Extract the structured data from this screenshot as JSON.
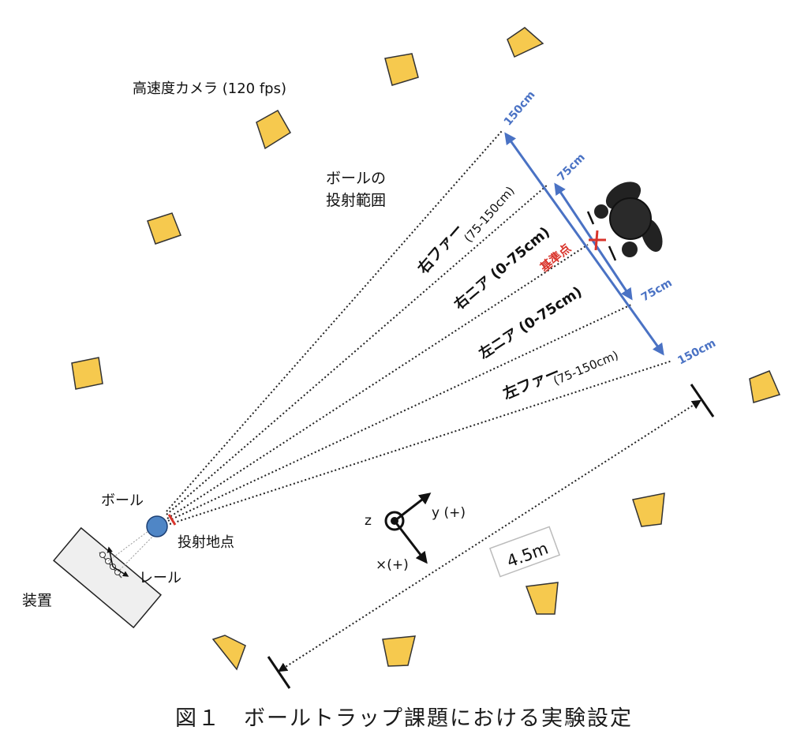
{
  "labels": {
    "camera": "高速度カメラ (120 fps)",
    "range_line1": "ボールの",
    "range_line2": "投射範囲",
    "right_far": "右ファー",
    "right_far_range": "(75-150cm)",
    "right_near": "右ニア (0-75cm)",
    "left_near": "左ニア (0-75cm)",
    "left_far": "左ファー",
    "left_far_range": "(75-150cm)",
    "reference_point": "基準点",
    "dist_150_top": "150cm",
    "dist_75_top": "75cm",
    "dist_75_bottom": "75cm",
    "dist_150_bottom": "150cm",
    "ball": "ボール",
    "launch_point": "投射地点",
    "rail": "レール",
    "device": "装置",
    "axis_z": "z",
    "axis_y": "y (+)",
    "axis_x": "×(+)",
    "distance": "4.5m"
  },
  "caption": "図１　ボールトラップ課題における実験設定",
  "colors": {
    "camera_fill": "#f6c94e",
    "ball_fill": "#4f86c6",
    "arrow_blue": "#4a72c4",
    "label_blue": "#4a72c4",
    "reference_red": "#d9342b",
    "device_fill": "#efefef"
  }
}
